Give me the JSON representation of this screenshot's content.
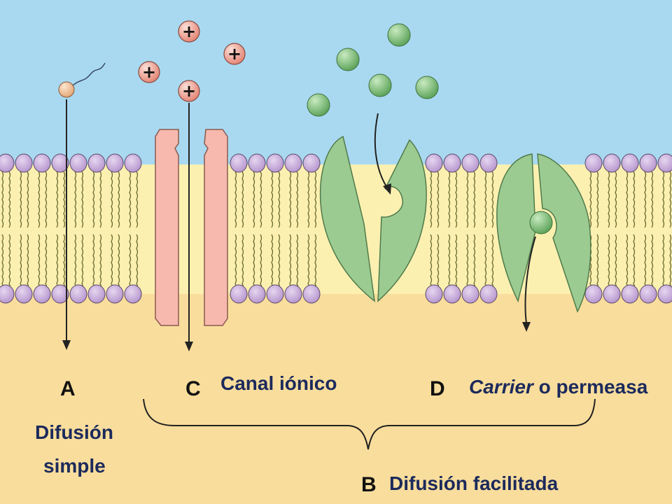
{
  "labels": {
    "a": "A",
    "a_text_line1": "Difusión",
    "a_text_line2": "simple",
    "c": "C",
    "c_text": "Canal iónico",
    "d": "D",
    "d_text_italic": "Carrier",
    "d_text_rest": " o permeasa",
    "b": "B",
    "b_text": "Difusión facilitada"
  },
  "ion_symbol": "+",
  "colors": {
    "extracellular": "#a9d9f0",
    "membrane_core": "#fbf0b0",
    "cytoplasm": "#f9dd9c",
    "lipid_head": "#c6a6d8",
    "channel_protein": "#f7b9ad",
    "carrier_protein": "#9ccb92",
    "solute": "#7fbf7a",
    "ion": "#f4aaa0",
    "text": "#1c2a5c"
  }
}
